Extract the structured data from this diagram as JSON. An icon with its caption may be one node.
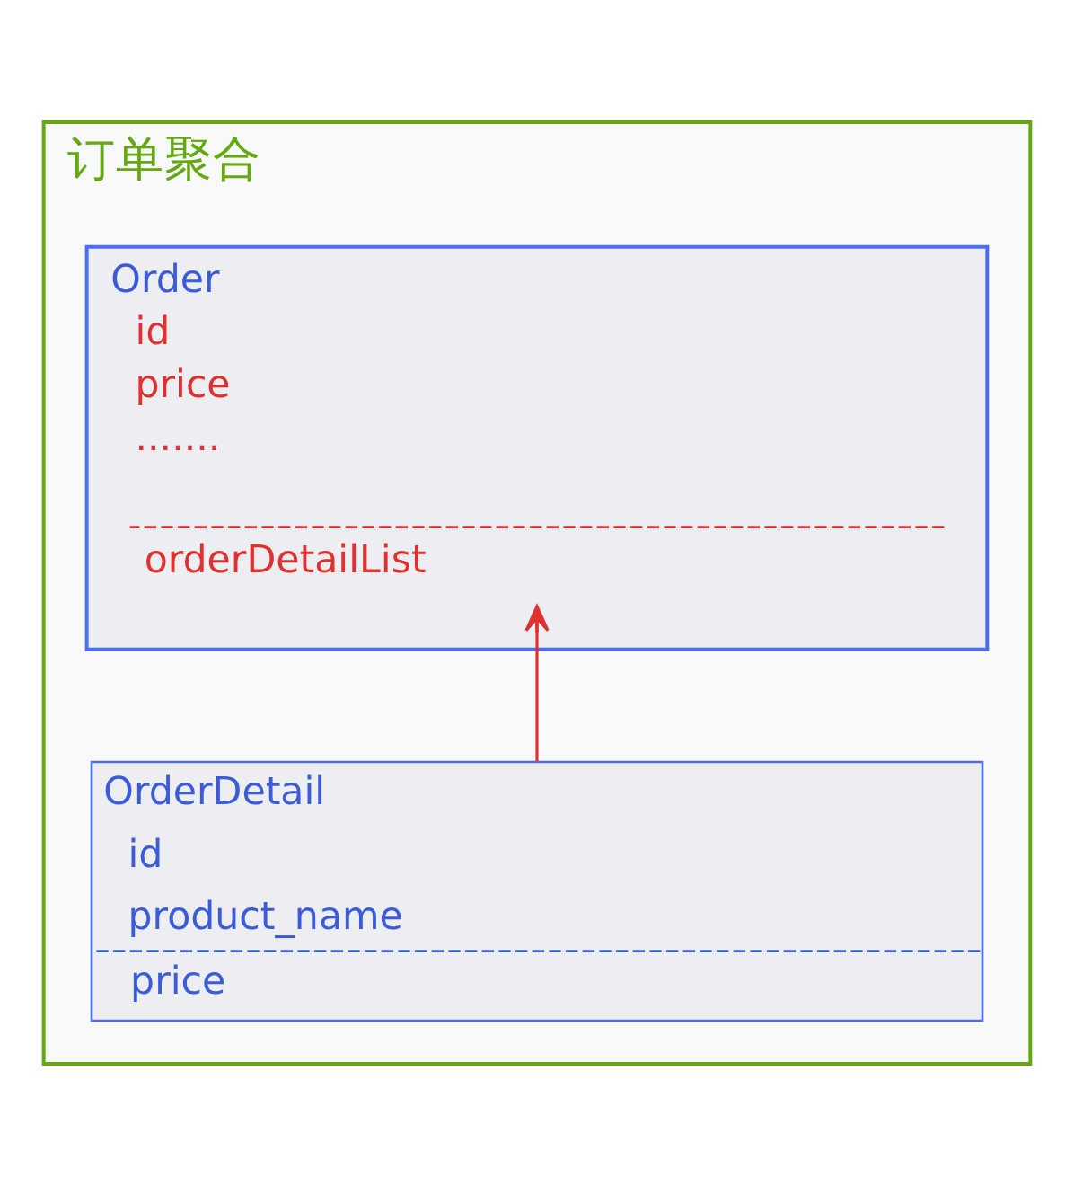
{
  "diagram": {
    "nodes": [
      {
        "text": [
          "订单聚合"
        ]
      },
      {
        "text": [
          "Order",
          "id",
          "price",
          "......."
        ],
        "in": 0
      },
      {
        "text": [
          "orderDetailList"
        ],
        "in": 1
      },
      {
        "text": [
          "OrderDetail",
          "id",
          "product_name",
          "price"
        ],
        "in": 0
      }
    ],
    "edges": [
      {
        "from": 3,
        "to": 2,
        "arrow": "to",
        "color": "#e03131"
      }
    ]
  }
}
